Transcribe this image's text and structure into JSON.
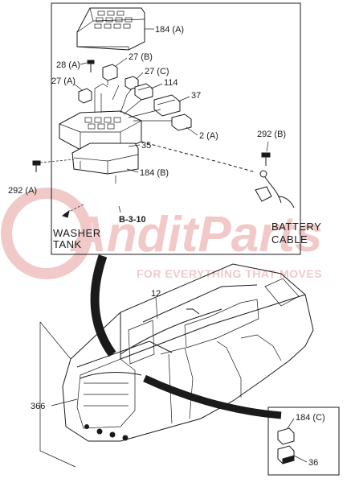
{
  "watermark": {
    "brand": "AnditParts",
    "tagline": "FOR EVERYTHING THAT MOVES"
  },
  "callouts": {
    "c184a": "184 (A)",
    "c28a": "28 (A)",
    "c27b": "27 (B)",
    "c27c": "27 (C)",
    "c27a": "27 (A)",
    "c114": "114",
    "c37": "37",
    "c2a": "2 (A)",
    "c35": "35",
    "c184b": "184 (B)",
    "c292a": "292 (A)",
    "c292b": "292 (B)",
    "ref_b310": "B-3-10",
    "c12": "12",
    "c366": "366",
    "c184c": "184 (C)",
    "c36": "36"
  },
  "notes": {
    "washer_line1": "WASHER",
    "washer_line2": "TANK",
    "battery_line1": "BATTERY",
    "battery_line2": "CABLE"
  }
}
